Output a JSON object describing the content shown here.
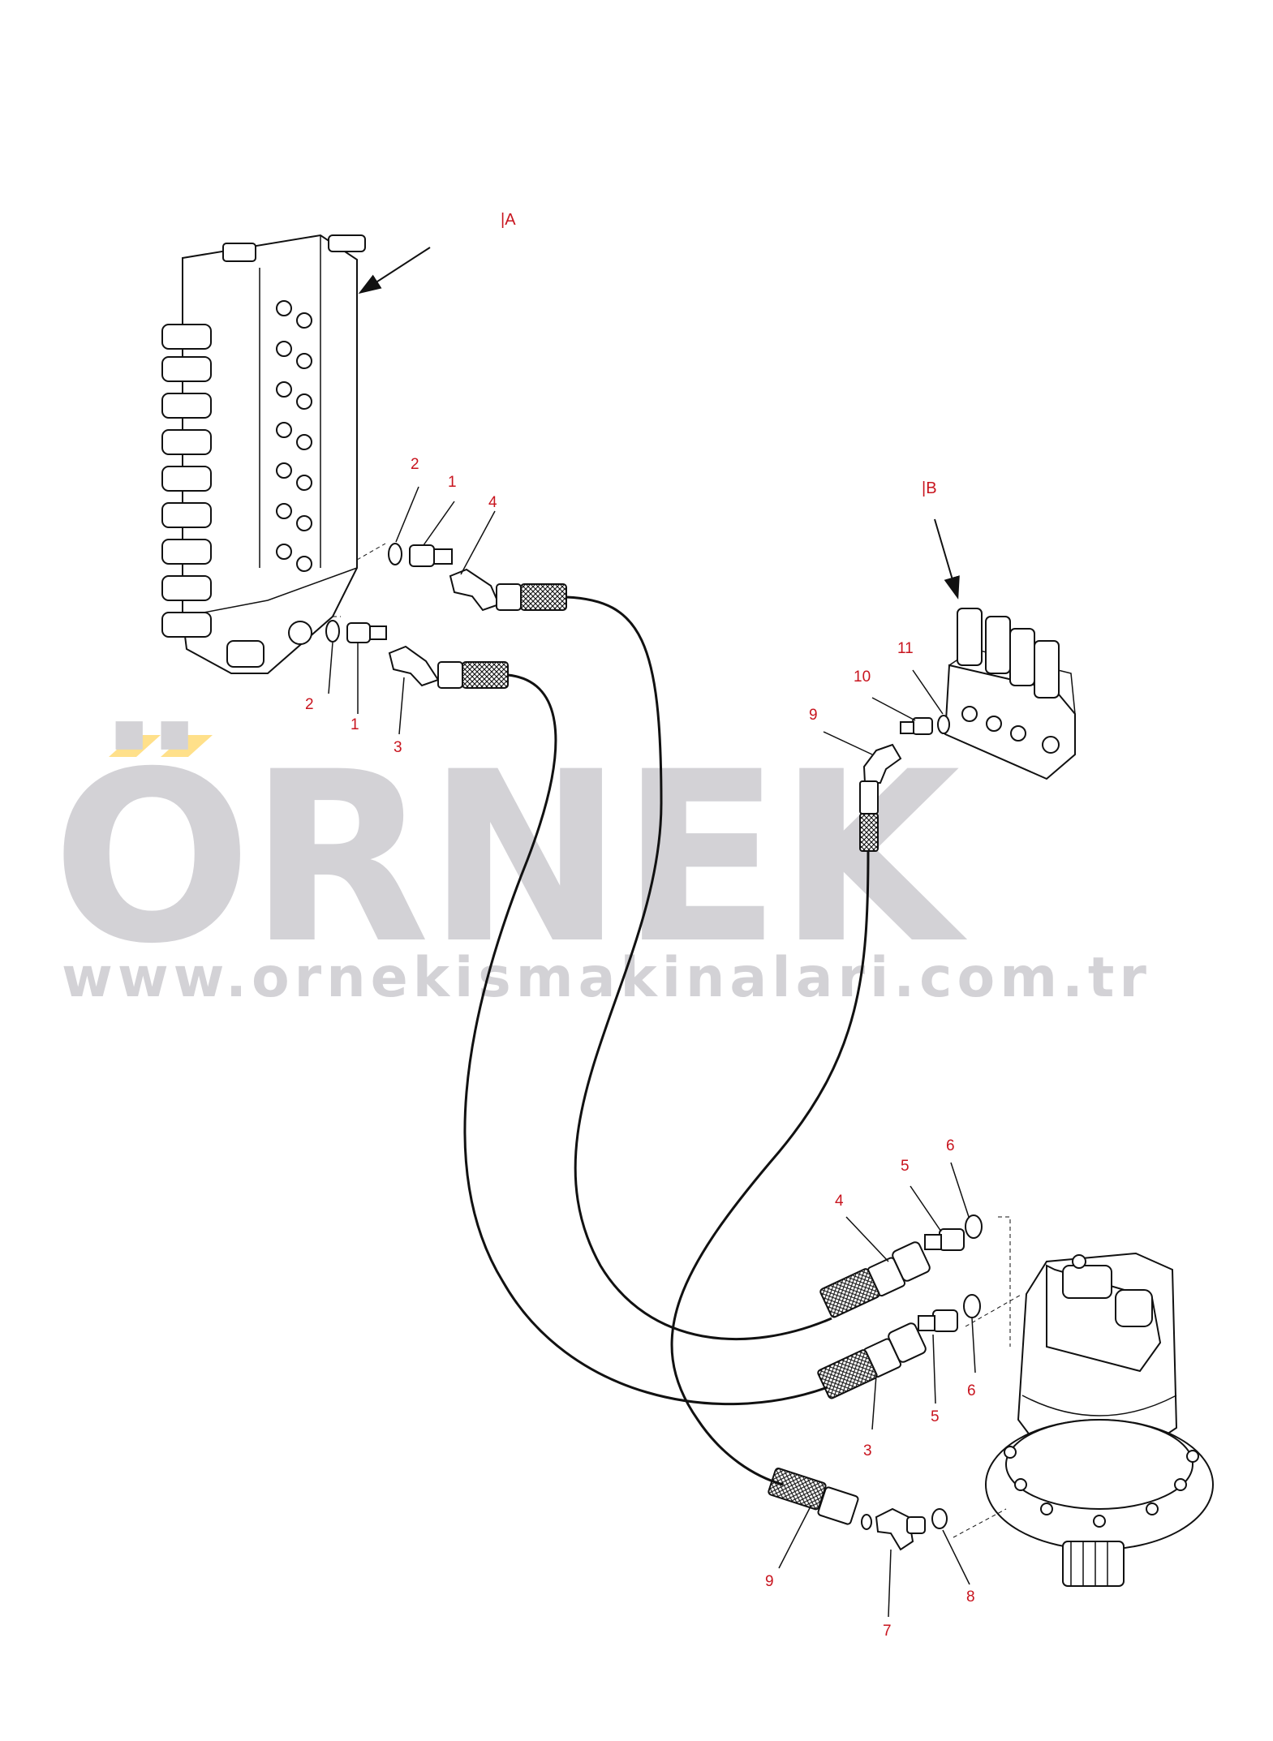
{
  "watermark": {
    "brand": "ÖRNEK",
    "url": "www.ornekismakinalari.com.tr",
    "accent_color": "#ffe08a",
    "text_color": "#d3d2d6"
  },
  "views": {
    "a": "|A",
    "b": "|B"
  },
  "callouts": {
    "c_2_top": "2",
    "c_1_top": "1",
    "c_4_top": "4",
    "c_2_bottom": "2",
    "c_1_bottom": "1",
    "c_3_top": "3",
    "c_11": "11",
    "c_10": "10",
    "c_9_top": "9",
    "c_6_top": "6",
    "c_5_top": "5",
    "c_4_bottom": "4",
    "c_6_bottom": "6",
    "c_5_bottom": "5",
    "c_3_bottom": "3",
    "c_9_bottom": "9",
    "c_8": "8",
    "c_7": "7"
  },
  "colors": {
    "callout": "#c8141e",
    "line": "#111111"
  }
}
